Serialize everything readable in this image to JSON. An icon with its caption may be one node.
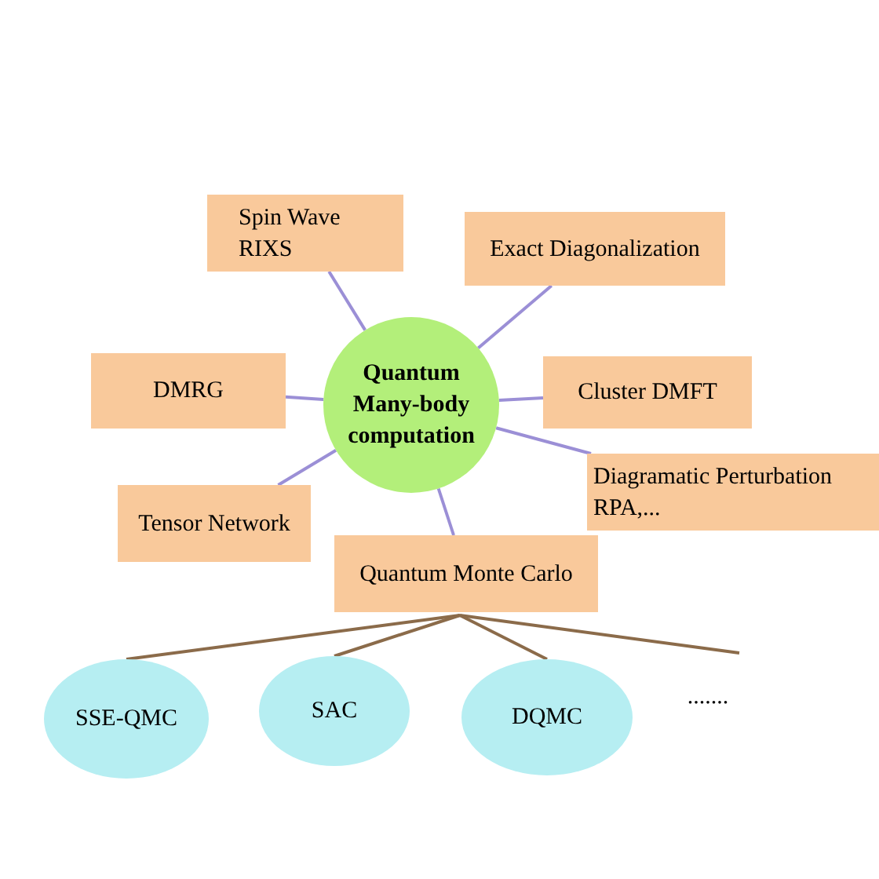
{
  "diagram": {
    "nodes": [
      {
        "text": [
          "Quantum Many-body computation"
        ]
      },
      {
        "text": [
          "Spin Wave RIXS"
        ]
      },
      {
        "text": [
          "Exact Diagonalization"
        ]
      },
      {
        "text": [
          "DMRG"
        ]
      },
      {
        "text": [
          "Cluster DMFT"
        ]
      },
      {
        "text": [
          "Diagramatic Perturbation RPA,..."
        ]
      },
      {
        "text": [
          "Tensor Network"
        ]
      },
      {
        "text": [
          "Quantum Monte Carlo"
        ]
      },
      {
        "text": [
          "SSE-QMC"
        ]
      },
      {
        "text": [
          "SAC"
        ]
      },
      {
        "text": [
          "DQMC"
        ]
      },
      {
        "text": [
          "......."
        ]
      }
    ],
    "edges": [
      {
        "from": 0,
        "to": 1,
        "arrow": "none"
      },
      {
        "from": 0,
        "to": 2,
        "arrow": "none"
      },
      {
        "from": 0,
        "to": 3,
        "arrow": "none"
      },
      {
        "from": 0,
        "to": 4,
        "arrow": "none"
      },
      {
        "from": 0,
        "to": 5,
        "arrow": "none"
      },
      {
        "from": 0,
        "to": 6,
        "arrow": "none"
      },
      {
        "from": 0,
        "to": 7,
        "arrow": "none"
      },
      {
        "from": 7,
        "to": 8,
        "arrow": "none",
        "color": "#8b6b4a"
      },
      {
        "from": 7,
        "to": 9,
        "arrow": "none",
        "color": "#8b6b4a"
      },
      {
        "from": 7,
        "to": 10,
        "arrow": "none",
        "color": "#8b6b4a"
      },
      {
        "from": 7,
        "to": 11,
        "arrow": "none",
        "color": "#8b6b4a"
      }
    ]
  }
}
